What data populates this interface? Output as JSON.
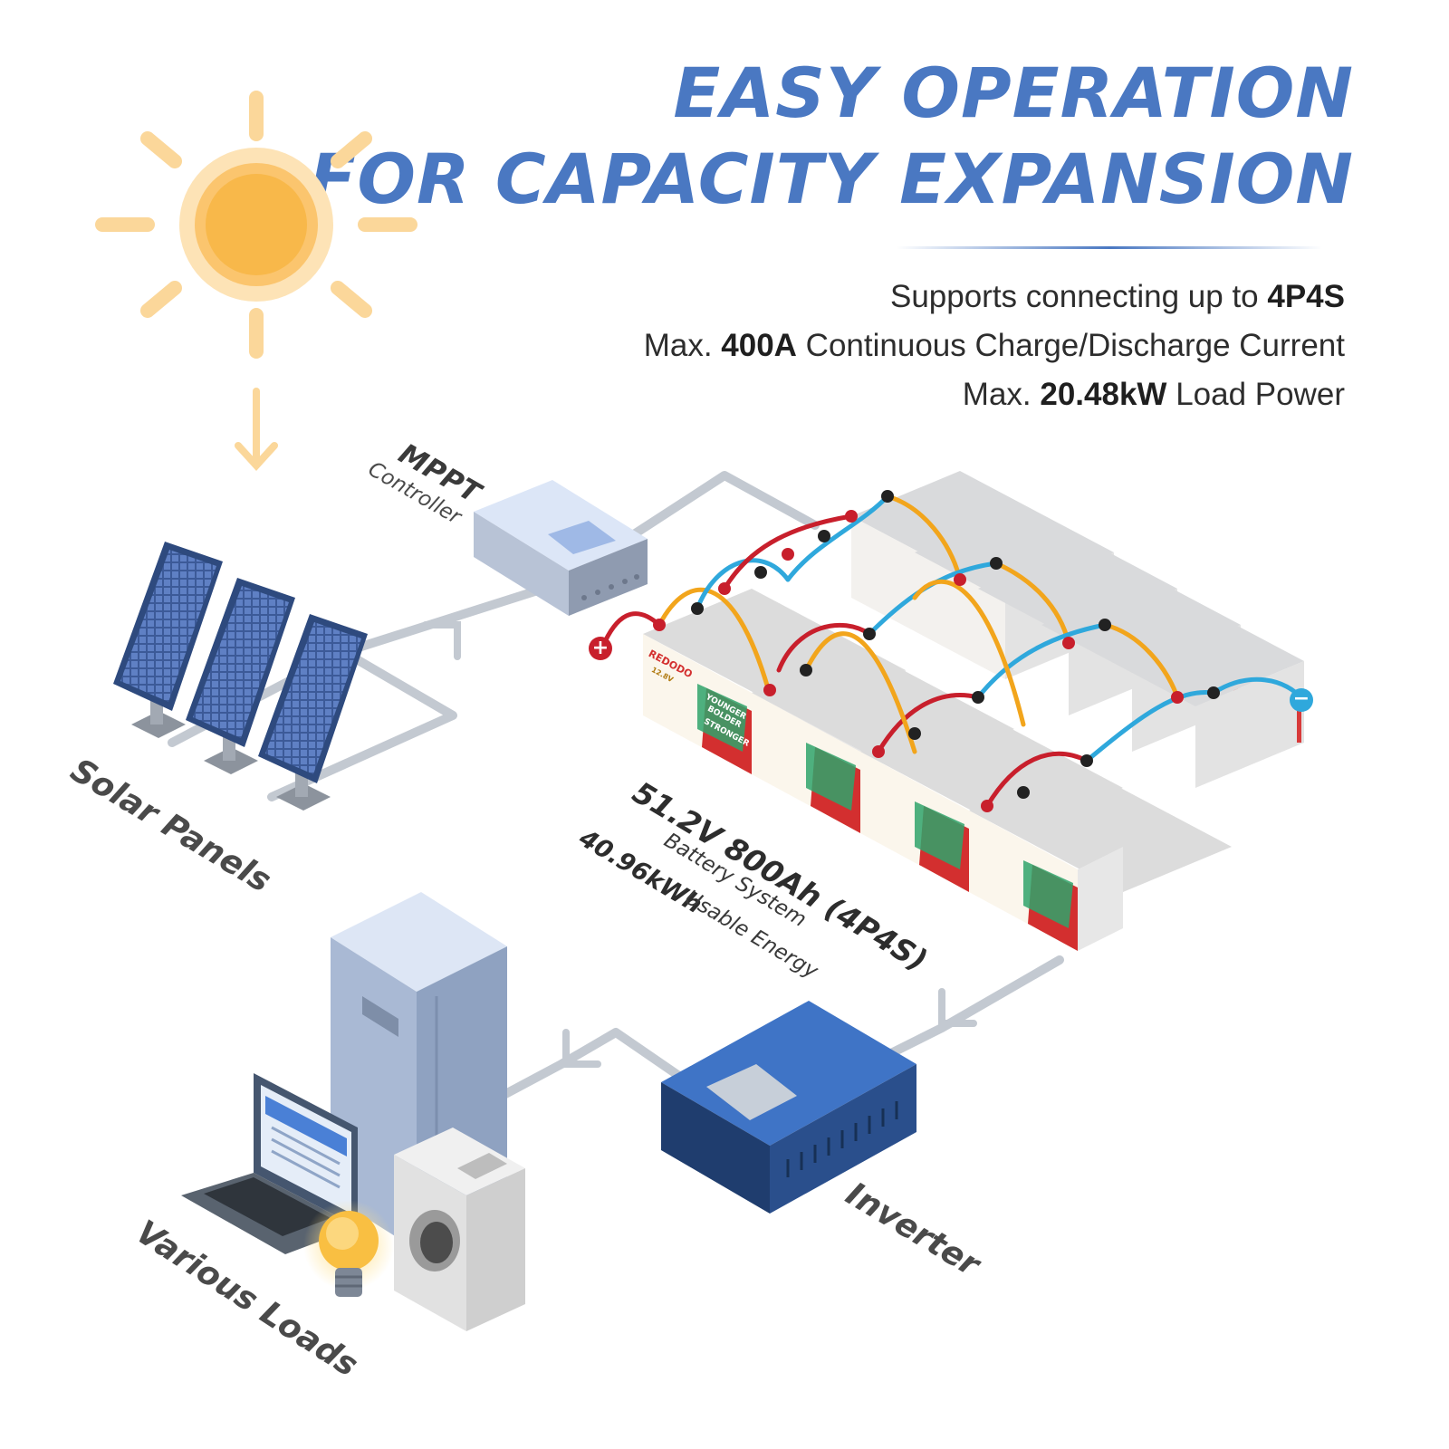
{
  "headline": {
    "line1": "EASY OPERATION",
    "line2": "FOR CAPACITY EXPANSION"
  },
  "specs": [
    {
      "pre": "Supports connecting up to ",
      "bold": "4P4S",
      "post": ""
    },
    {
      "pre": "Max. ",
      "bold": "400A",
      "post": " Continuous Charge/Discharge Current"
    },
    {
      "pre": "Max. ",
      "bold": "20.48kW",
      "post": " Load Power"
    }
  ],
  "labels": {
    "mppt": "MPPT",
    "controller": "Controller",
    "solar_panels": "Solar Panels",
    "battery_rating": "51.2V 800Ah (4P4S)",
    "battery_system": "Battery System",
    "energy_value": "40.96kWh",
    "energy_text": "Usable Energy",
    "inverter": "Inverter",
    "various_loads": "Various Loads"
  },
  "battery_branding": {
    "brand": "REDODO",
    "slogan_1": "YOUNGER",
    "slogan_2": "BOLDER",
    "slogan_3": "STRONGER",
    "tag": "12.8V"
  },
  "terminals": {
    "positive": "+",
    "negative": "−"
  },
  "colors": {
    "headline": "#4a78c2",
    "sun": "#f8b84a",
    "sun_glow": "#fde3b6",
    "flow_line": "#c3c9d1",
    "cable_red": "#c81f2c",
    "cable_blue": "#2fa8dc",
    "cable_orange": "#f2a51c",
    "inverter": "#2f5fa6",
    "panel": "#3f5f9c"
  },
  "icons": [
    "sun-icon",
    "solar-panel-icon",
    "mppt-controller-icon",
    "battery-icon",
    "inverter-icon",
    "fridge-icon",
    "laptop-icon",
    "washer-icon",
    "bulb-icon"
  ]
}
